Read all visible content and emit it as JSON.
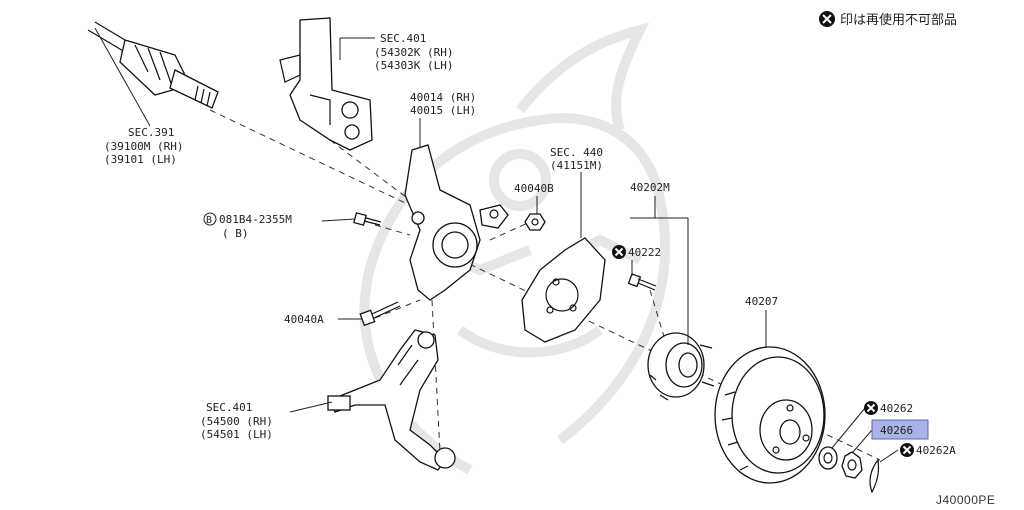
{
  "legend": {
    "text": "印は再使用不可部品"
  },
  "drawing_code": "J40000PE",
  "labels": {
    "sec391": {
      "sec": "SEC.391",
      "rh": "(39100M (RH)",
      "lh": "(39101  (LH)"
    },
    "sec401_strut": {
      "sec": "SEC.401",
      "rh": "(54302K (RH)",
      "lh": "(54303K (LH)"
    },
    "knuckle": {
      "rh": "40014 (RH)",
      "lh": "40015 (LH)"
    },
    "nut_40040b": "40040B",
    "bolt_b081": {
      "main": "081B4-2355M",
      "qty": "( B)",
      "circle": "B"
    },
    "bolt_40040a": "40040A",
    "sec401_arm": {
      "sec": "SEC.401",
      "rh": "(54500 (RH)",
      "lh": "(54501 (LH)"
    },
    "sec440": {
      "sec": "SEC. 440",
      "sub": "(41151M)"
    },
    "hub_40202m": "40202M",
    "bolt_40222": "40222",
    "rotor_40207": "40207",
    "nut_40262": "40262",
    "lock_40266": "40266",
    "pin_40262a": "40262A"
  },
  "colors": {
    "highlight": "#a9b3e6",
    "highlight_border": "#5a64b0",
    "line": "#222222",
    "watermark": "#e6e6e6"
  },
  "icons": [
    "non-reusable-mark-icon"
  ]
}
